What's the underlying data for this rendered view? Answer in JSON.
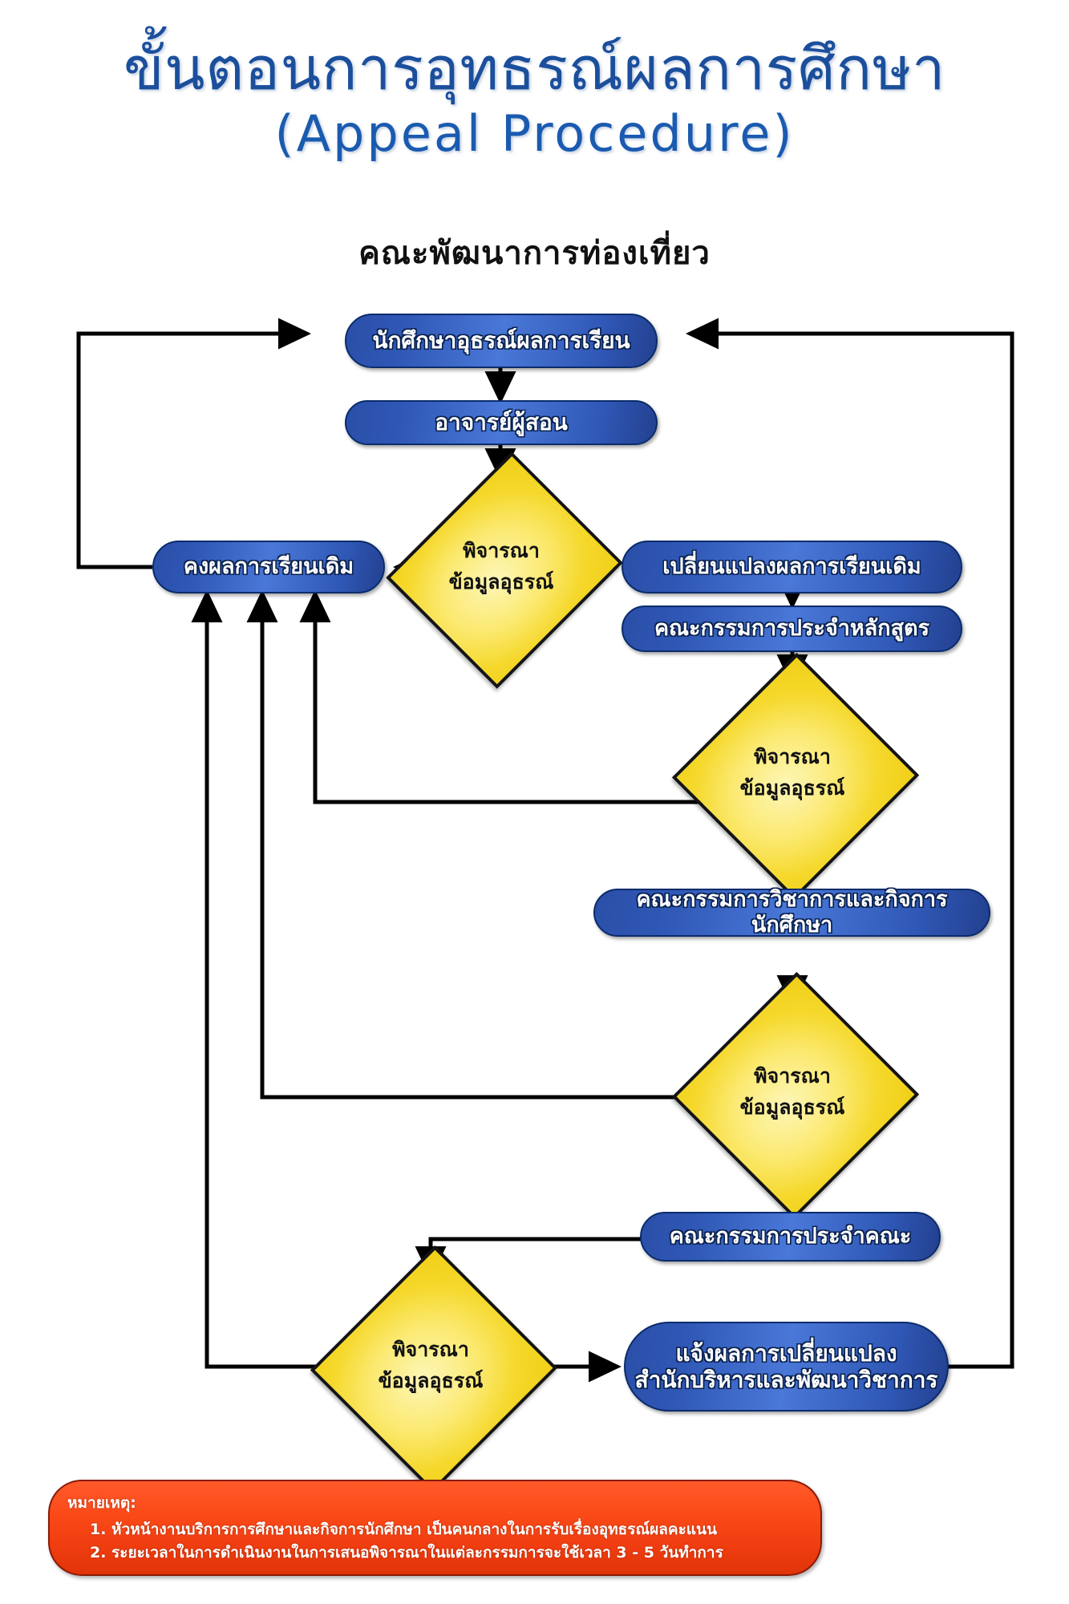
{
  "header": {
    "title_th": "ขั้นตอนการอุทธรณ์ผลการศึกษา",
    "title_en": "(Appeal Procedure)",
    "subtitle": "คณะพัฒนาการท่องเที่ยว"
  },
  "colors": {
    "title": "#1b4f9c",
    "node_fill": "#3a66c8",
    "node_border": "#0b2c6b",
    "decision_fill": "#f6dc45",
    "decision_border": "#141414",
    "note_fill": "#f5481a",
    "note_border": "#8a1a08",
    "connector": "#000000",
    "page_bg": "#ffffff"
  },
  "flow": {
    "nodes": [
      {
        "id": "student-appeal",
        "label": "นักศึกษาอุธรณ์ผลการเรียน",
        "shape": "rounded"
      },
      {
        "id": "instructor",
        "label": "อาจารย์ผู้สอน",
        "shape": "rounded"
      },
      {
        "id": "keep-original-grade",
        "label": "คงผลการเรียนเดิม",
        "shape": "rounded"
      },
      {
        "id": "change-original-grade",
        "label": "เปลี่ยนแปลงผลการเรียนเดิม",
        "shape": "rounded"
      },
      {
        "id": "program-committee",
        "label": "คณะกรรมการประจำหลักสูตร",
        "shape": "rounded"
      },
      {
        "id": "academic-student-affairs-committee",
        "label": "คณะกรรมการวิชาการและกิจการนักศึกษา",
        "shape": "rounded"
      },
      {
        "id": "faculty-committee",
        "label": "คณะกรรมการประจำคณะ",
        "shape": "rounded"
      },
      {
        "id": "notify-change",
        "label_line1": "แจ้งผลการเปลี่ยนแปลง",
        "label_line2": "สำนักบริหารและพัฒนาวิชาการ",
        "shape": "rounded"
      }
    ],
    "decisions": [
      {
        "id": "decision-1",
        "line1": "พิจารณา",
        "line2": "ข้อมูลอุธรณ์"
      },
      {
        "id": "decision-2",
        "line1": "พิจารณา",
        "line2": "ข้อมูลอุธรณ์"
      },
      {
        "id": "decision-3",
        "line1": "พิจารณา",
        "line2": "ข้อมูลอุธรณ์"
      },
      {
        "id": "decision-4",
        "line1": "พิจารณา",
        "line2": "ข้อมูลอุธรณ์"
      }
    ]
  },
  "note": {
    "heading": "หมายเหตุ:",
    "items": [
      "1. หัวหน้างานบริการการศึกษาและกิจการนักศึกษา  เป็นคนกลางในการรับเรื่องอุทธรณ์ผลคะแนน",
      "2. ระยะเวลาในการดำเนินงานในการเสนอพิจารณาในแต่ละกรรมการจะใช้เวลา 3 - 5 วันทำการ"
    ]
  }
}
